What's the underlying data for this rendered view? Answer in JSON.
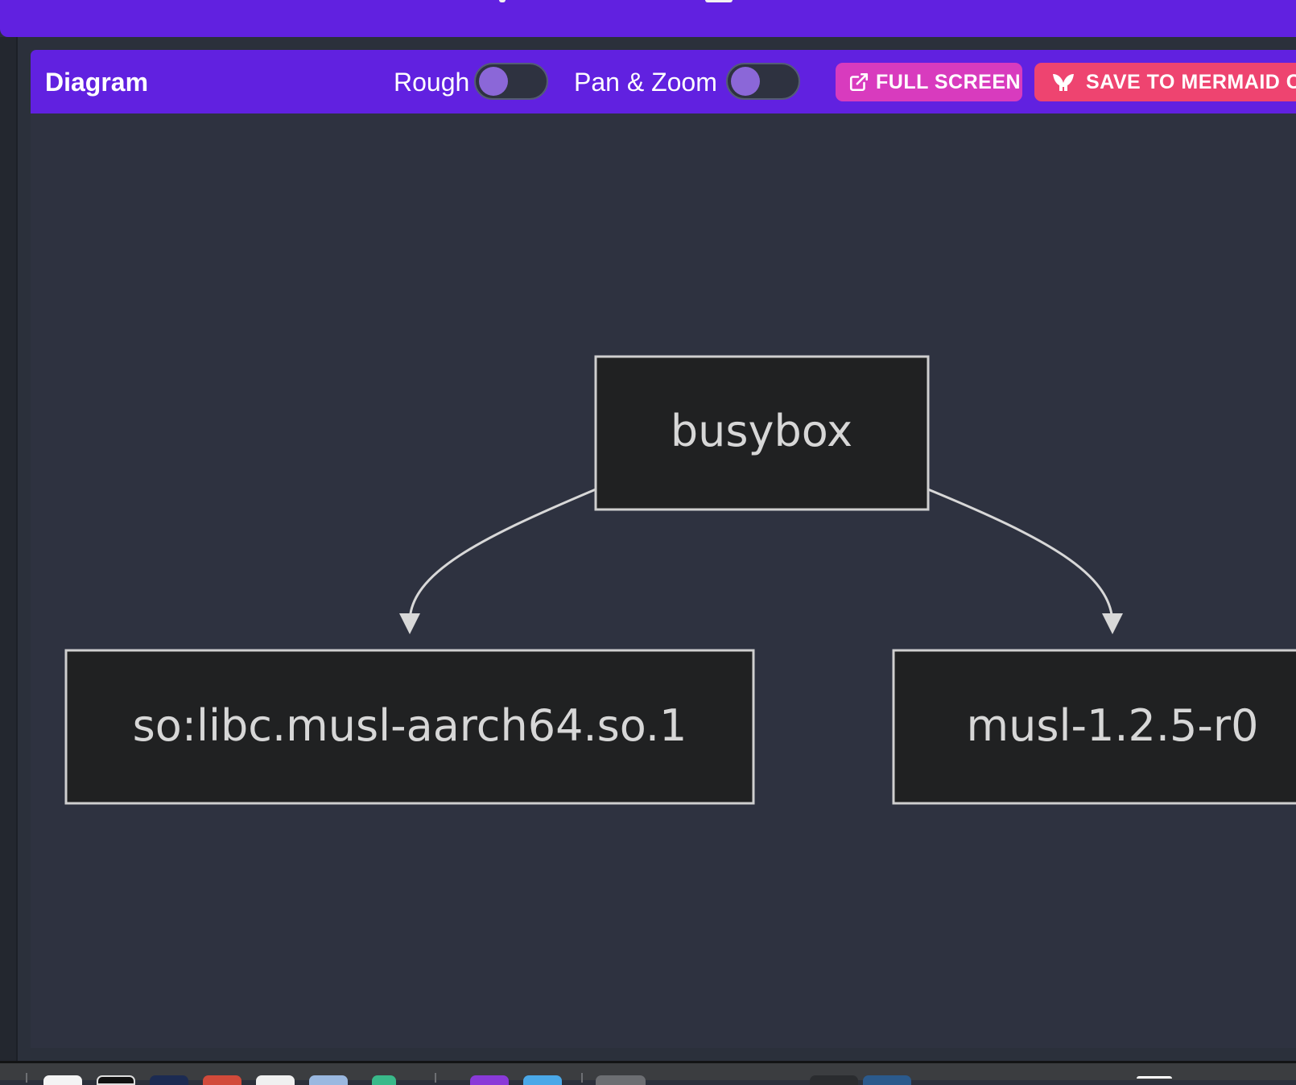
{
  "panel": {
    "title": "Diagram",
    "rough_label": "Rough",
    "rough_on": false,
    "pan_zoom_label": "Pan & Zoom",
    "pan_zoom_on": false,
    "full_screen_label": "FULL SCREEN",
    "save_label": "SAVE TO MERMAID CHART"
  },
  "diagram": {
    "root": "busybox",
    "children": [
      "so:libc.musl-aarch64.so.1",
      "musl-1.2.5-r0"
    ]
  },
  "icons": {
    "full_screen": "external-link-icon",
    "save": "mermaid-logo-icon"
  },
  "colors": {
    "header": "#6121e0",
    "full_screen_button": "#d83bbe",
    "save_button": "#ee4470",
    "canvas": "#2e3240",
    "node_fill": "#202122",
    "node_stroke": "#cfcfcf"
  }
}
